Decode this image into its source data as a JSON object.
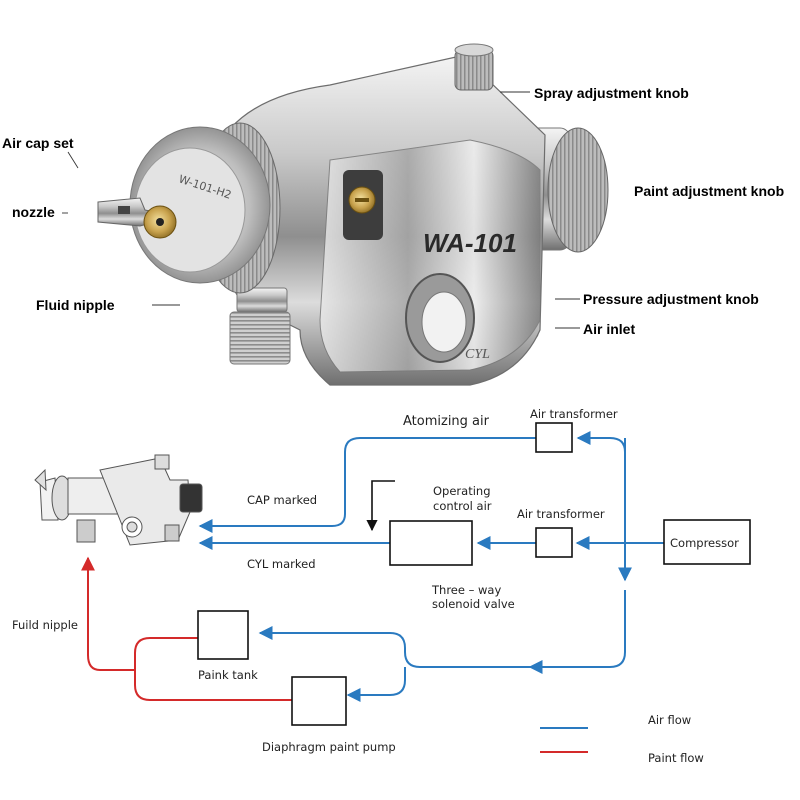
{
  "photo": {
    "model_label": "WA-101",
    "cap_engraving": "W-101-H2",
    "body_engraving": "CYL",
    "callouts": {
      "air_cap_set": "Air cap set",
      "nozzle": "nozzle",
      "fluid_nipple": "Fluid nipple",
      "spray_adjustment_knob": "Spray adjustment knob",
      "paint_adjustment_knob": "Paint adjustment knob",
      "pressure_adjustment_knob": "Pressure adjustment knob",
      "air_inlet": "Air inlet"
    }
  },
  "diagram": {
    "atomizing_air": "Atomizing air",
    "air_transformer_top": "Air transformer",
    "air_transformer_mid": "Air transformer",
    "cap_marked": "CAP marked",
    "cyl_marked": "CYL marked",
    "operating_control_air": [
      "Operating",
      "control air"
    ],
    "compressor": "Compressor",
    "solenoid_valve": [
      "Three – way",
      "solenoid valve"
    ],
    "fluid_nipple": "Fuild nipple",
    "paint_tank": "Paink tank",
    "paint_pump": "Diaphragm paint pump",
    "legend": {
      "air_flow": "Air flow",
      "paint_flow": "Paint flow"
    },
    "colors": {
      "air": "#2a7ac0",
      "paint": "#d42a2a"
    }
  }
}
